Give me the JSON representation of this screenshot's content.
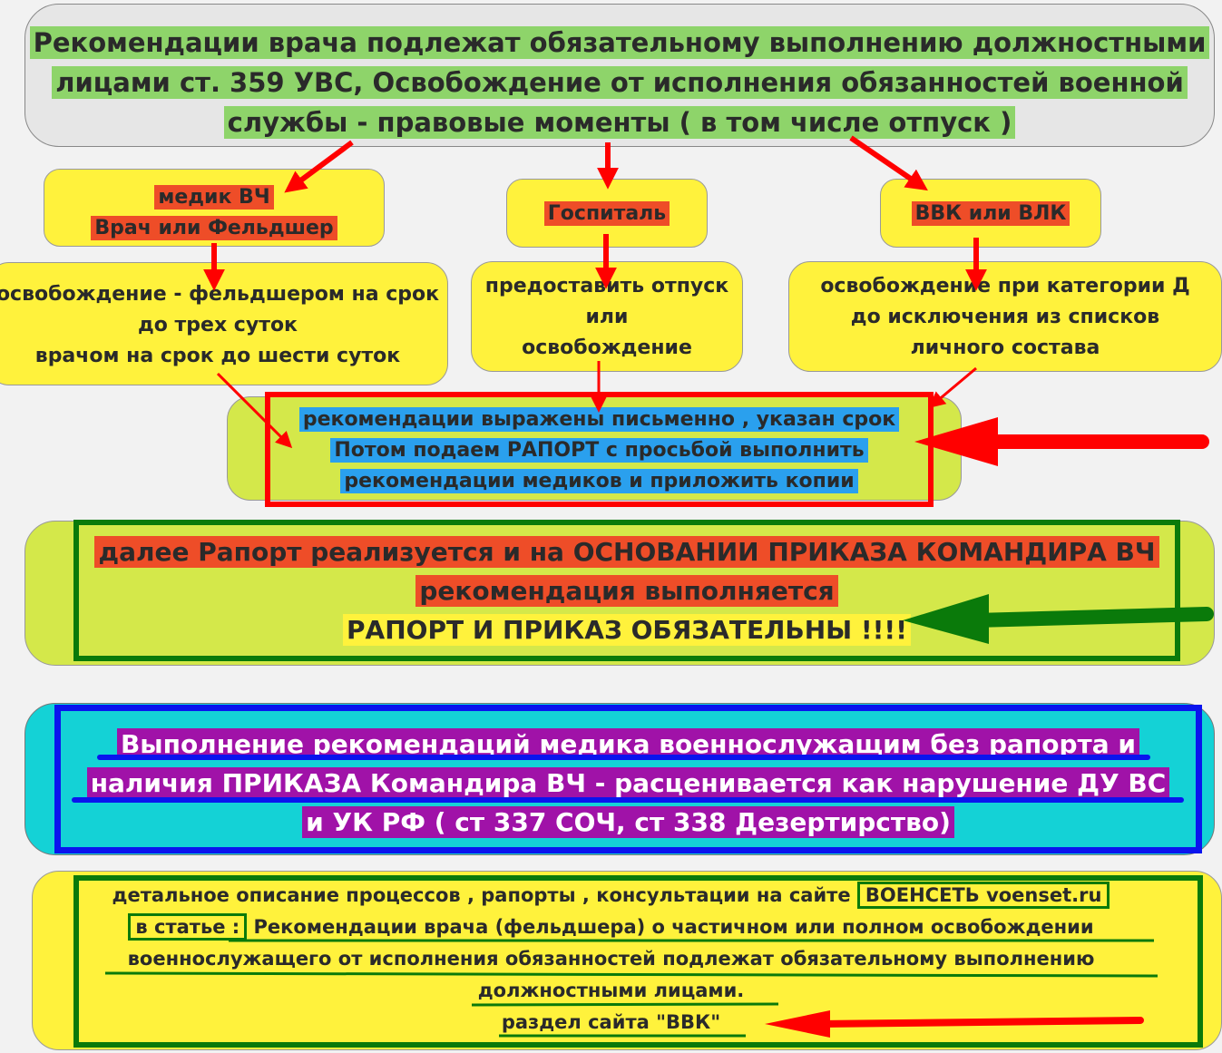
{
  "header": {
    "lines": [
      "Рекомендации врача подлежат обязательному выполнению должностными",
      "лицами ст. 359 УВС, Освобождение от исполнения обязанностей  военной",
      "службы - правовые моменты ( в том числе отпуск )"
    ]
  },
  "branches": {
    "medic": {
      "lines": [
        "медик ВЧ",
        "Врач или Фельдшер"
      ]
    },
    "hospital": {
      "label": "Госпиталь"
    },
    "vvk": {
      "label": "ВВК или ВЛК"
    }
  },
  "details": {
    "medic": {
      "lines": [
        "освобождение - фельдшером на срок",
        "до трех суток",
        "врачом на срок до шести суток"
      ]
    },
    "hospital": {
      "lines": [
        "предоставить отпуск",
        "или",
        "освобождение"
      ]
    },
    "vvk": {
      "lines": [
        "освобождение при категории Д",
        "до исключения из списков",
        "личного состава"
      ]
    }
  },
  "recommendation": {
    "lines": [
      "рекомендации выражены письменно , указан срок",
      "Потом подаем РАПОРТ с просьбой выполнить",
      "рекомендации медиков и приложить копии"
    ]
  },
  "order": {
    "lines": [
      "далее Рапорт реализуется и на ОСНОВАНИИ ПРИКАЗА КОМАНДИРА ВЧ",
      "рекомендация выполняется",
      "РАПОРТ И ПРИКАЗ ОБЯЗАТЕЛЬНЫ !!!!"
    ]
  },
  "warning": {
    "lines": [
      "Выполнение рекомендаций медика военнослужащим без рапорта и",
      "наличия ПРИКАЗА Командира ВЧ - расценивается как нарушение ДУ ВС",
      "и УК РФ ( ст 337 СОЧ, ст 338 Дезертирство)"
    ]
  },
  "info": {
    "line1_text": "детальное описание процессов , рапорты , консультации на сайте",
    "site_label": "ВОЕНСЕТЬ voenset.ru",
    "article_prefix": "в статье :",
    "article_text": "Рекомендации врача (фельдшера) о частичном или полном освобождении",
    "line3": "военнослужащего от исполнения обязанностей подлежат обязательному выполнению",
    "line4": "должностными лицами.",
    "section_link": "раздел сайта \"ВВК\""
  },
  "colors": {
    "background": "#f2f2f2",
    "header_box": "#e6e6e6",
    "yellow_box": "#fff23c",
    "lime_box": "#d4e84a",
    "cyan_box": "#14d2d6",
    "red": "#ff0000",
    "green": "#0a7a0a",
    "blue": "#0a14ee",
    "highlight_green": "#8ed46a",
    "highlight_red": "#ee4d28",
    "highlight_blue": "#2aa0ee",
    "highlight_purple": "#a012a8"
  }
}
